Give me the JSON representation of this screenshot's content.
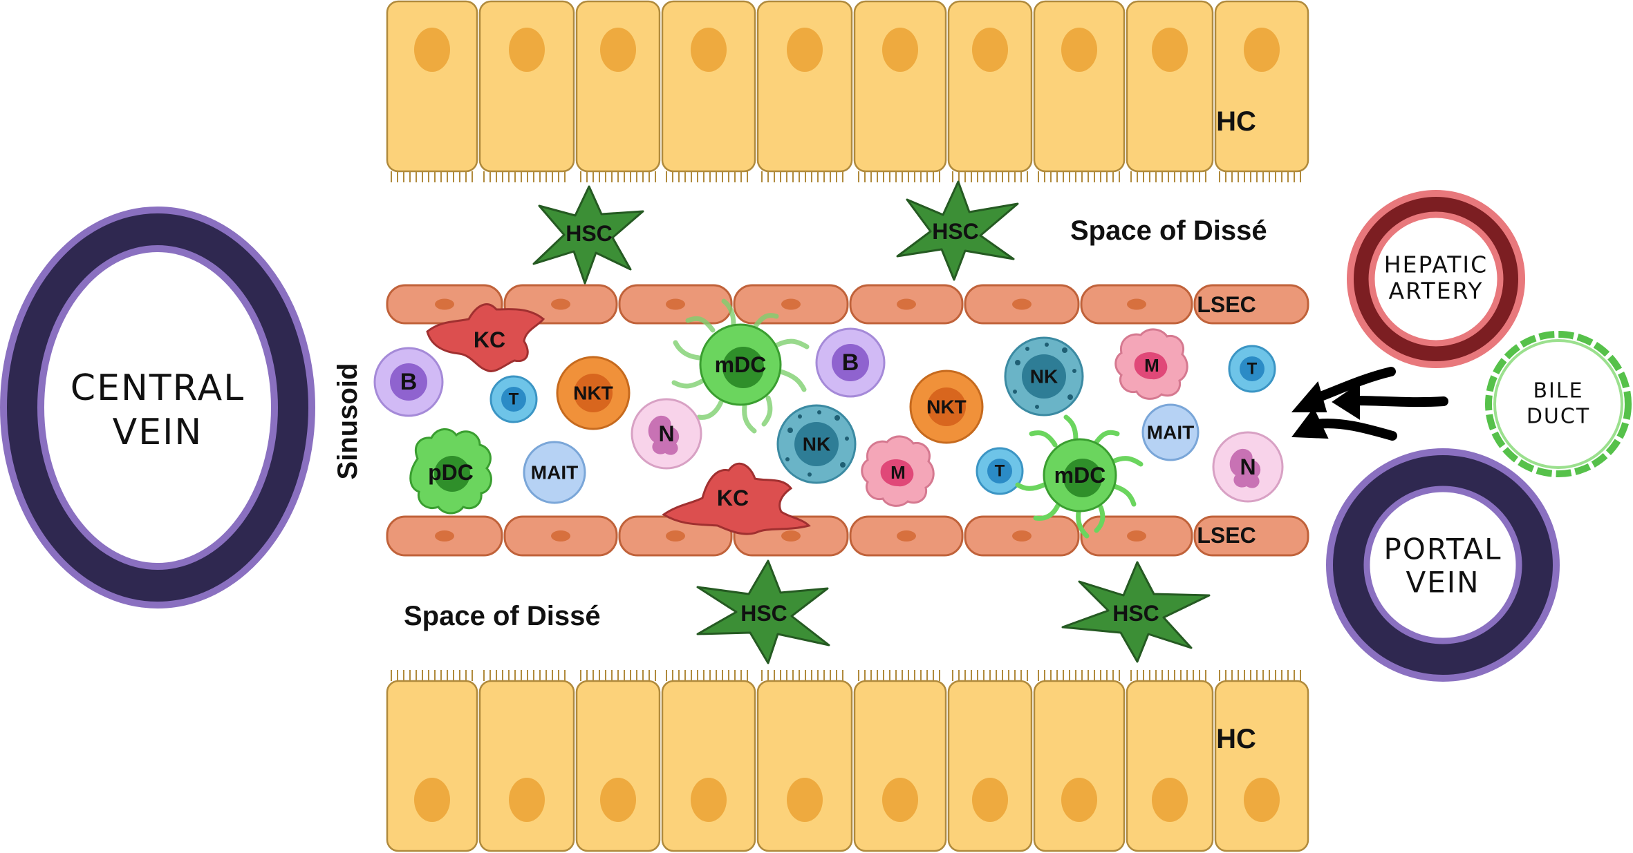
{
  "labels": {
    "hc": "HC",
    "space_of_disse": "Space of Dissé",
    "lsec": "LSEC",
    "sinusoid": "Sinusoid",
    "central_vein_line1": "CENTRAL",
    "central_vein_line2": "VEIN",
    "hepatic_artery_line1": "HEPATIC",
    "hepatic_artery_line2": "ARTERY",
    "bile_duct_line1": "BILE",
    "bile_duct_line2": "DUCT",
    "portal_vein_line1": "PORTAL",
    "portal_vein_line2": "VEIN"
  },
  "cells": {
    "hsc": "HSC",
    "kc": "KC",
    "b": "B",
    "t": "T",
    "nkt": "NKT",
    "mdc": "mDC",
    "pdc": "pDC",
    "n": "N",
    "nk": "NK",
    "m": "M",
    "mait": "MAIT"
  },
  "colors": {
    "hepatocyte": "#fcd27a",
    "hepatocyte_nucleus": "#eeaa3f",
    "lsec": "#eb9878",
    "lsec_nucleus": "#d7703e",
    "hsc": "#3c8f36",
    "kc": "#dc4f4f",
    "vein_dark": "#2f2850",
    "vein_light": "#8a70c0",
    "artery_dark": "#7c1e22",
    "artery_light": "#e8787c",
    "bile_duct": "#56c14a"
  }
}
